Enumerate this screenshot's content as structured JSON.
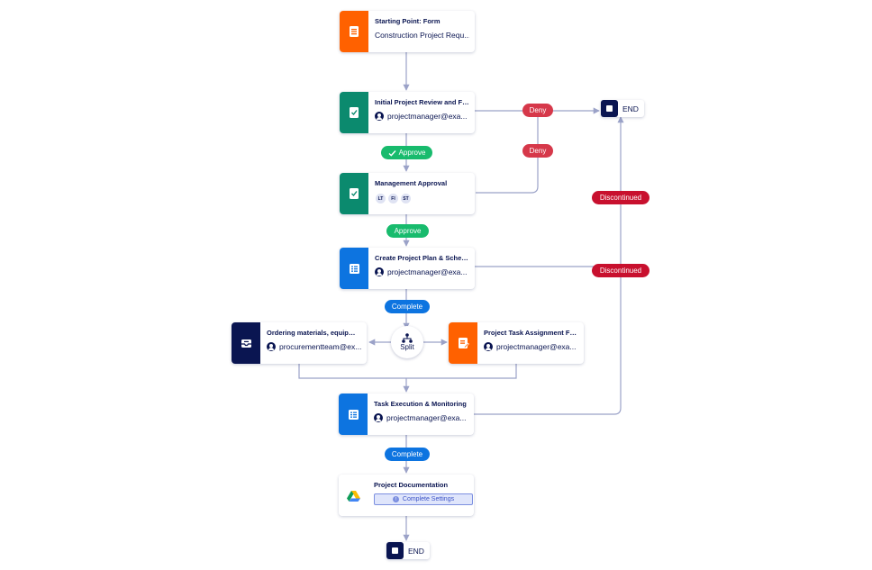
{
  "colors": {
    "orange": "#ff6100",
    "green": "#0b8a6e",
    "blue": "#0d74e0",
    "navy": "#0a1551",
    "approve": "#18bb6d",
    "deny": "#d6384a",
    "discontinued": "#c8102e",
    "line": "#9ba2c8"
  },
  "nodes": {
    "start": {
      "title": "Starting Point: Form",
      "subtitle": "Construction Project Requ...",
      "icon": "form-icon"
    },
    "review": {
      "title": "Initial Project Review and Fe...",
      "assignee": "projectmanager@exa...",
      "icon": "approval-icon"
    },
    "mgmt": {
      "title": "Management Approval",
      "assignees": [
        "LT",
        "FI",
        "ST"
      ],
      "icon": "approval-icon"
    },
    "plan": {
      "title": "Create Project Plan & Sched...",
      "assignee": "projectmanager@exa...",
      "icon": "table-icon"
    },
    "ordering": {
      "title": "Ordering materials, equipme...",
      "assignee": "procurementteam@ex...",
      "icon": "inbox-icon"
    },
    "task_assign": {
      "title": "Project Task Assignment Form",
      "assignee": "projectmanager@exa...",
      "icon": "form-edit-icon"
    },
    "execution": {
      "title": "Task Execution & Monitoring",
      "assignee": "projectmanager@exa...",
      "icon": "table-icon"
    },
    "docs": {
      "title": "Project Documentation",
      "settings_label": "Complete Settings",
      "icon": "google-drive-icon"
    }
  },
  "split": {
    "label": "Split"
  },
  "ends": {
    "top": "END",
    "bottom": "END"
  },
  "pills": {
    "approve_1": "Approve",
    "approve_2": "Approve",
    "deny_1": "Deny",
    "deny_2": "Deny",
    "complete_1": "Complete",
    "complete_2": "Complete",
    "discontinued_1": "Discontinued",
    "discontinued_2": "Discontinued"
  }
}
